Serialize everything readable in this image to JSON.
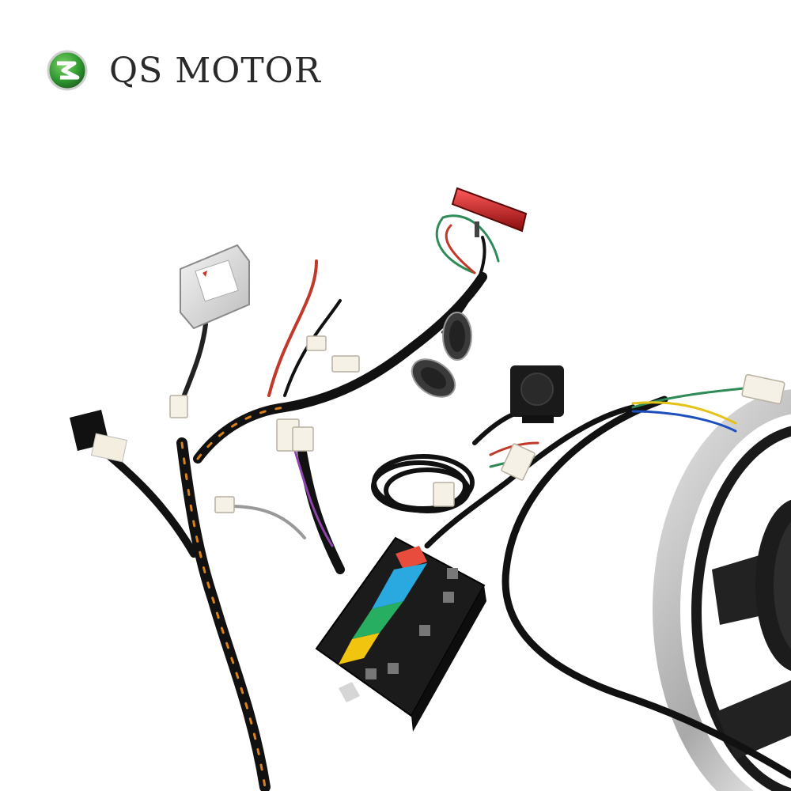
{
  "brand": {
    "name": "QS MOTOR",
    "logo_icon": "qs-motor-logo-icon",
    "colors": {
      "logo_green": "#2f9a2f",
      "logo_dark": "#1e5a1e",
      "text": "#2a2a2a"
    }
  },
  "product_components": [
    "hub-motor-wheel",
    "motor-controller",
    "dc-converter",
    "tail-light",
    "alarm-siren",
    "remote-key-fob-1",
    "remote-key-fob-2",
    "wiring-harness",
    "relay",
    "ignition-lock"
  ]
}
